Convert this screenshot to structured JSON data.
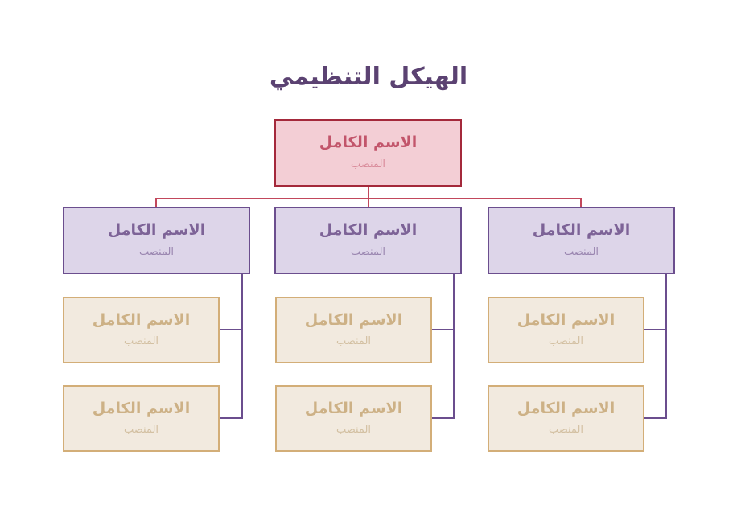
{
  "title": "الهيكل التنظيمي",
  "labels": {
    "name": "الاسم الكامل",
    "role": "المنصب"
  },
  "colors": {
    "title": "#5B4272",
    "root_fill": "#F3CED5",
    "root_border": "#A4293B",
    "root_name": "#C2556B",
    "root_role": "#D98C9B",
    "mid_fill": "#DDD5E9",
    "mid_border": "#6B4E8E",
    "mid_name": "#7D6397",
    "mid_role": "#9A86B0",
    "leaf_fill": "#F2EADF",
    "leaf_border": "#D3AE78",
    "leaf_name": "#CDB186",
    "leaf_role": "#D3C0A2",
    "connector_red": "#C2485C",
    "connector_purple": "#6B4E8E",
    "background": "#FFFFFF"
  },
  "chart_data": {
    "type": "diagram",
    "diagram_type": "organizational-chart",
    "title": "الهيكل التنظيمي",
    "levels": 3,
    "root": {
      "name": "الاسم الكامل",
      "role": "المنصب",
      "style": "root"
    },
    "branches": [
      {
        "id": "branch-right",
        "manager": {
          "name": "الاسم الكامل",
          "role": "المنصب",
          "style": "mid"
        },
        "reports": [
          {
            "name": "الاسم الكامل",
            "role": "المنصب",
            "style": "leaf"
          },
          {
            "name": "الاسم الكامل",
            "role": "المنصب",
            "style": "leaf"
          }
        ]
      },
      {
        "id": "branch-center",
        "manager": {
          "name": "الاسم الكامل",
          "role": "المنصب",
          "style": "mid"
        },
        "reports": [
          {
            "name": "الاسم الكامل",
            "role": "المنصب",
            "style": "leaf"
          },
          {
            "name": "الاسم الكامل",
            "role": "المنصب",
            "style": "leaf"
          }
        ]
      },
      {
        "id": "branch-left",
        "manager": {
          "name": "الاسم الكامل",
          "role": "المنصب",
          "style": "mid"
        },
        "reports": [
          {
            "name": "الاسم الكامل",
            "role": "المنصب",
            "style": "leaf"
          },
          {
            "name": "الاسم الكامل",
            "role": "المنصب",
            "style": "leaf"
          }
        ]
      }
    ]
  }
}
